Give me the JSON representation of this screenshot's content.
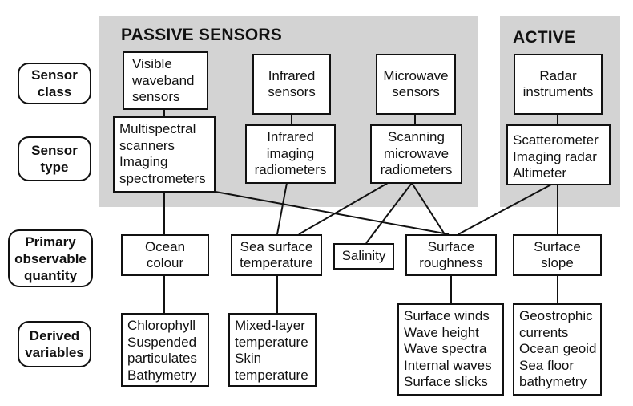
{
  "groups": {
    "passive": "PASSIVE SENSORS",
    "active": "ACTIVE"
  },
  "row_labels": {
    "sensor_class": "Sensor\nclass",
    "sensor_type": "Sensor\ntype",
    "primary_observable": "Primary\nobservable\nquantity",
    "derived_variables": "Derived\nvariables"
  },
  "sensor_class": {
    "visible": "Visible\nwaveband\nsensors",
    "infrared": "Infrared\nsensors",
    "microwave": "Microwave\nsensors",
    "radar": "Radar\ninstruments"
  },
  "sensor_type": {
    "multispectral": "Multispectral\nscanners\nImaging\nspectrometers",
    "infrared_radiometers": "Infrared\nimaging\nradiometers",
    "microwave_radiometers": "Scanning\nmicrowave\nradiometers",
    "active_instruments": "Scatterometer\nImaging radar\nAltimeter"
  },
  "primary": {
    "ocean_colour": "Ocean\ncolour",
    "sst": "Sea surface\ntemperature",
    "salinity": "Salinity",
    "roughness": "Surface\nroughness",
    "slope": "Surface\nslope"
  },
  "derived": {
    "ocean_colour": "Chlorophyll\nSuspended\nparticulates\nBathymetry",
    "sst": "Mixed-layer\ntemperature\nSkin\ntemperature",
    "roughness": "Surface winds\nWave height\nWave spectra\nInternal waves\nSurface slicks",
    "slope": "Geostrophic\ncurrents\nOcean geoid\nSea floor\nbathymetry"
  }
}
